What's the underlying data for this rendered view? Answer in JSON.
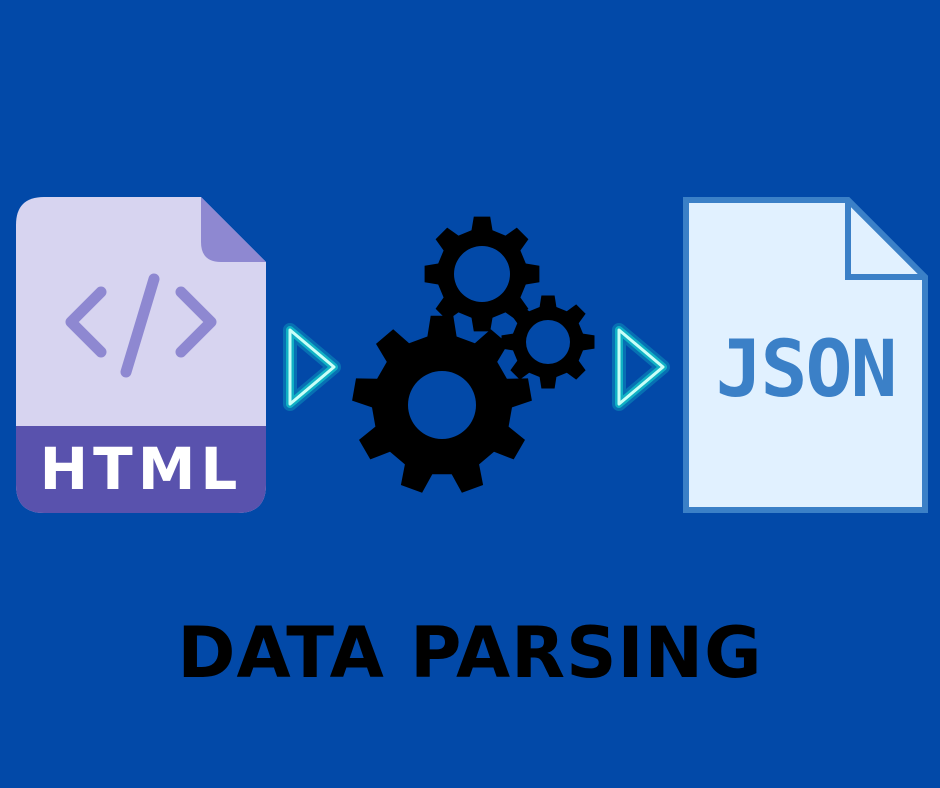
{
  "diagram": {
    "source": {
      "label": "HTML",
      "icon": "html-file-icon",
      "code_symbol_icon": "code-brackets-icon"
    },
    "process": {
      "icon": "gears-icon"
    },
    "target": {
      "label": "JSON",
      "icon": "json-file-icon"
    },
    "arrows": [
      {
        "icon": "play-arrow-icon"
      },
      {
        "icon": "play-arrow-icon"
      }
    ],
    "caption": "DATA PARSING"
  },
  "colors": {
    "background": "#0249a8",
    "html_page": "#d7d4f0",
    "html_fold": "#8e88d1",
    "html_band": "#5952ad",
    "code_symbol": "#8e88d1",
    "arrow_glow": "#18e7d3",
    "gears": "#000000",
    "json_page": "#e1f1ff",
    "json_stroke": "#3b80c7",
    "caption_text": "#000000"
  }
}
